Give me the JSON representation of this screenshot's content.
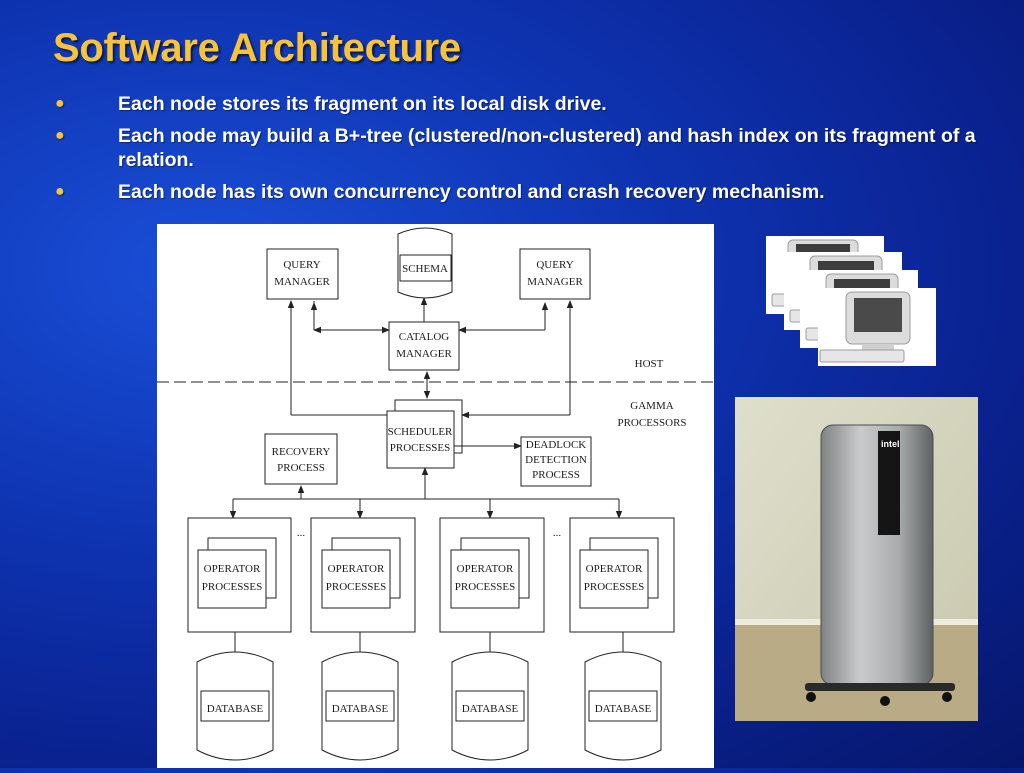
{
  "slide": {
    "title": "Software Architecture",
    "bullets": [
      "Each node stores its fragment on its local disk drive.",
      "Each node may build a B+-tree (clustered/non-clustered) and hash index on its fragment of a relation.",
      "Each node has its own concurrency control and crash recovery mechanism."
    ],
    "bullet_icon": "bullet-dot",
    "colors": {
      "title": "#f7c33a",
      "bullet": "#f7c33a",
      "background": "#0e33b0",
      "text": "#ffffff"
    }
  },
  "diagram": {
    "query_manager_left": [
      "QUERY",
      "MANAGER"
    ],
    "schema": "SCHEMA",
    "query_manager_right": [
      "QUERY",
      "MANAGER"
    ],
    "catalog_manager": [
      "CATALOG",
      "MANAGER"
    ],
    "host_label": "HOST",
    "gamma_label": [
      "GAMMA",
      "PROCESSORS"
    ],
    "scheduler": [
      "SCHEDULER",
      "PROCESSES"
    ],
    "recovery": [
      "RECOVERY",
      "PROCESS"
    ],
    "deadlock": [
      "DEADLOCK",
      "DETECTION",
      "PROCESS"
    ],
    "ellipsis": "...",
    "operator_processes": [
      [
        "OPERATOR",
        "PROCESSES"
      ],
      [
        "OPERATOR",
        "PROCESSES"
      ],
      [
        "OPERATOR",
        "PROCESSES"
      ],
      [
        "OPERATOR",
        "PROCESSES"
      ]
    ],
    "databases": [
      "DATABASE",
      "DATABASE",
      "DATABASE",
      "DATABASE"
    ]
  },
  "photos": {
    "monitors_icon": "crt-monitor-icon",
    "server_icon": "intel-server-tower",
    "server_logo": "intel"
  }
}
